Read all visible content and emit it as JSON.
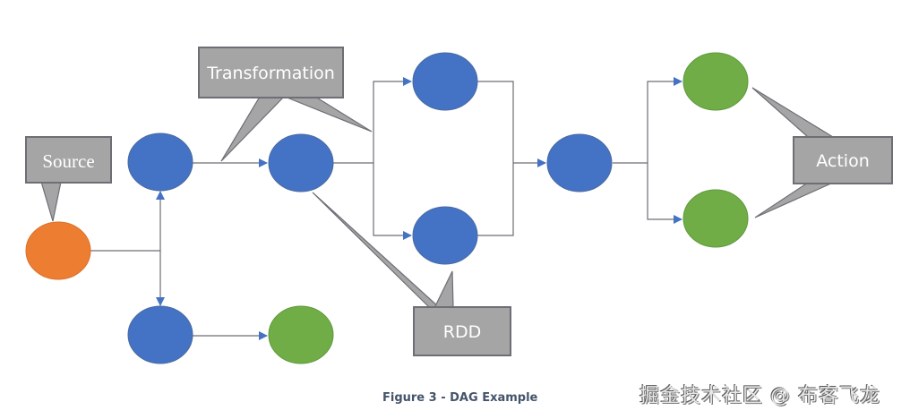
{
  "figure": {
    "caption": "Figure 3 - DAG Example",
    "watermark": "掘金技术社区 @ 布客飞龙"
  },
  "colors": {
    "source_node": "#ed7d31",
    "rdd_node": "#4472c4",
    "action_node": "#70ad47",
    "callout_fill": "#a5a5a5",
    "callout_border": "#6d6e76",
    "edge": "#6d6e76",
    "arrowhead": "#4472c4",
    "caption": "#44546a"
  },
  "callouts": {
    "source": "Source",
    "transformation": "Transformation",
    "rdd": "RDD",
    "action": "Action"
  },
  "nodes": [
    {
      "id": "source",
      "type": "source"
    },
    {
      "id": "rdd-1",
      "type": "rdd"
    },
    {
      "id": "rdd-2",
      "type": "rdd"
    },
    {
      "id": "action-1",
      "type": "action"
    },
    {
      "id": "rdd-3",
      "type": "rdd"
    },
    {
      "id": "rdd-4",
      "type": "rdd"
    },
    {
      "id": "rdd-5",
      "type": "rdd"
    },
    {
      "id": "rdd-6",
      "type": "rdd"
    },
    {
      "id": "action-2",
      "type": "action"
    },
    {
      "id": "action-3",
      "type": "action"
    }
  ],
  "edges": [
    {
      "from": "source",
      "to": "rdd-1"
    },
    {
      "from": "source",
      "to": "rdd-2"
    },
    {
      "from": "rdd-2",
      "to": "action-1"
    },
    {
      "from": "rdd-1",
      "to": "rdd-3"
    },
    {
      "from": "rdd-3",
      "to": "rdd-4"
    },
    {
      "from": "rdd-3",
      "to": "rdd-5"
    },
    {
      "from": "rdd-4",
      "to": "rdd-6"
    },
    {
      "from": "rdd-5",
      "to": "rdd-6"
    },
    {
      "from": "rdd-6",
      "to": "action-2"
    },
    {
      "from": "rdd-6",
      "to": "action-3"
    }
  ]
}
